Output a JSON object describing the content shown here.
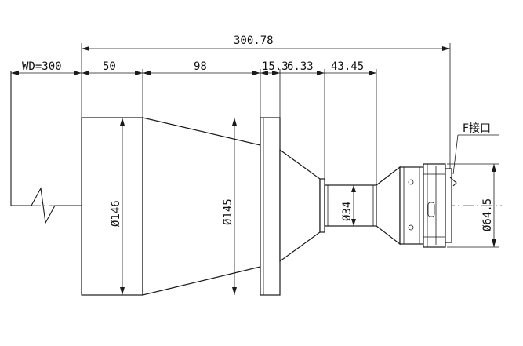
{
  "dimensions": {
    "total_length": "300.78",
    "working_distance": "WD=300",
    "seg_front": "50",
    "seg_cone": "98",
    "seg_flange": "15.3",
    "seg_taper": "6.33",
    "seg_rear": "43.45",
    "dia_front": "Ø146",
    "dia_flange": "Ø145",
    "dia_neck": "Ø34",
    "dia_mount": "Ø64.5"
  },
  "labels": {
    "mount": "F接口"
  }
}
